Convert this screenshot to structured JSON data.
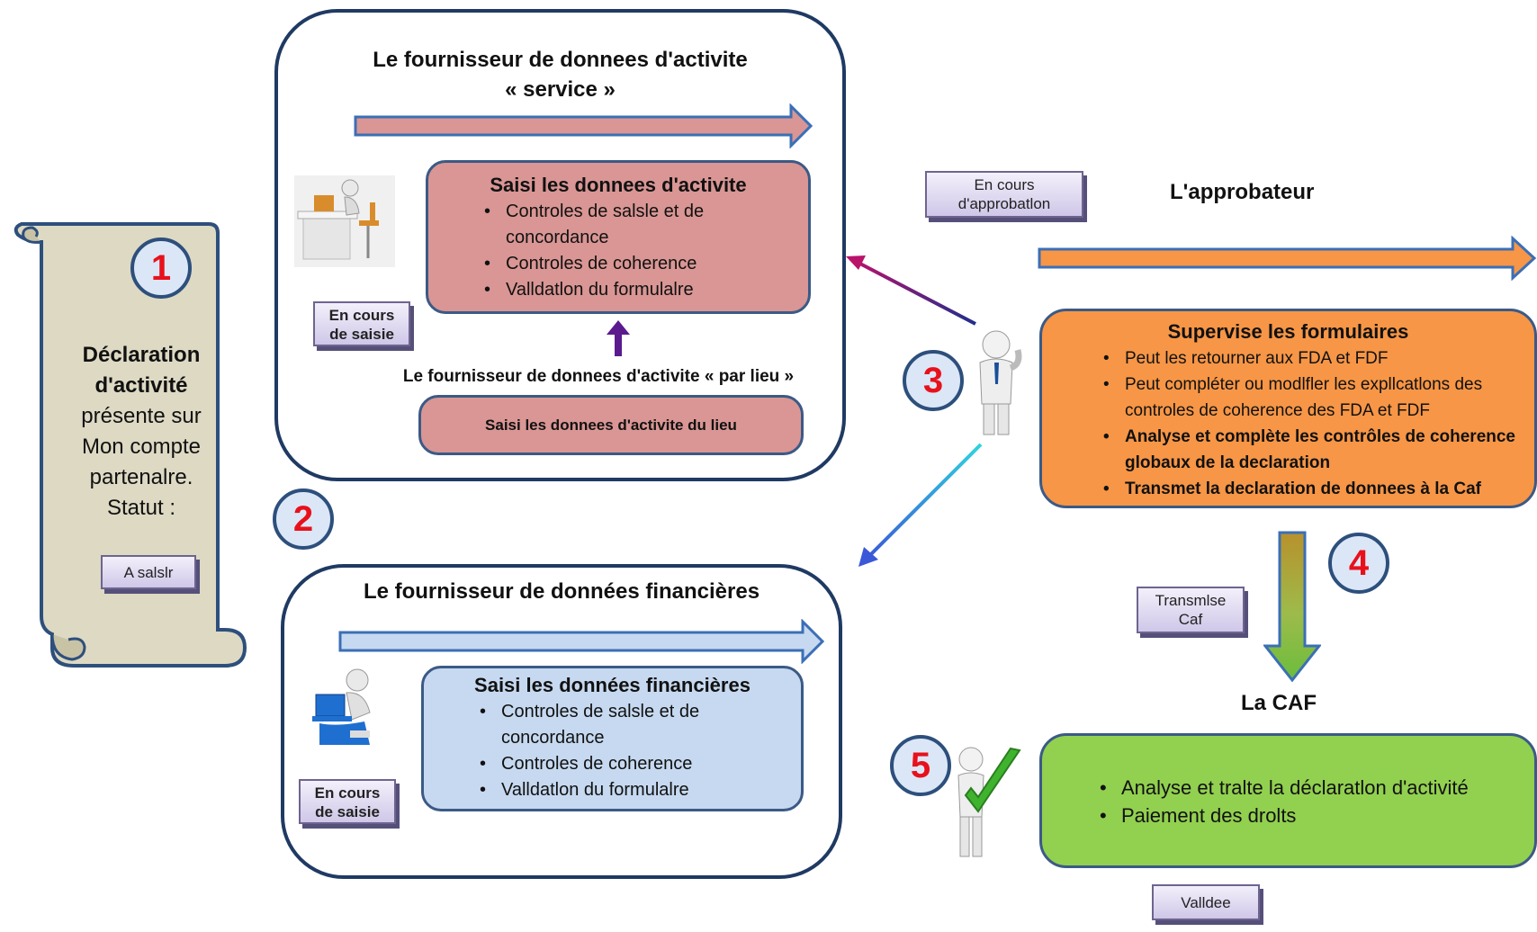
{
  "scroll": {
    "number": "1",
    "lines": [
      "Déclaration",
      "d'activité",
      "présente sur",
      "Mon compte",
      "partenalre.",
      "Statut :"
    ],
    "status_chip": "A salslr"
  },
  "fda_service": {
    "title_line1": "Le fournisseur de donnees d'activite",
    "title_line2": "« service »",
    "box_title": "Saisi les donnees d'activite",
    "bullets": [
      "Controles de salsle et de concordance",
      "Controles de coherence",
      "Valldatlon du formulalre"
    ],
    "status_chip_line1": "En cours",
    "status_chip_line2": "de saisie",
    "par_lieu_title": "Le fournisseur de donnees d'activite « par  lieu »",
    "par_lieu_box": "Saisi les donnees d'activite du lieu"
  },
  "step2": {
    "number": "2"
  },
  "fdf": {
    "title": "Le fournisseur de données financières",
    "box_title": "Saisi les données financières",
    "bullets": [
      "Controles  de  salsle et de concordance",
      "Controles  de  coherence",
      "Valldatlon  du  formulalre"
    ],
    "status_chip_line1": "En cours",
    "status_chip_line2": "de saisie"
  },
  "approbateur": {
    "number": "3",
    "title": "L'approbateur",
    "status_chip_line1": "En cours",
    "status_chip_line2": "d'approbatlon",
    "box_title": "Supervise les formulaires",
    "bullets": [
      "Peut les retourner aux FDA et FDF",
      "Peut compléter ou modlfler les  expllcatlons des controles  de coherence des FDA et FDF",
      "Analyse et complète les contrôles de coherence globaux de la declaration",
      "Transmet la declaration de donnees à la Caf"
    ]
  },
  "step4": {
    "number": "4",
    "status_chip_line1": "Transmlse",
    "status_chip_line2": "Caf"
  },
  "caf": {
    "number": "5",
    "title": "La CAF",
    "bullets": [
      "Analyse et tralte  la déclaratlon d'activité",
      "Paiement des drolts"
    ],
    "status_chip": "Valldee"
  },
  "colors": {
    "panel_border": "#1f3a63",
    "pink": "#d99694",
    "light_blue": "#c6d9f0",
    "orange": "#f79646",
    "green": "#92d050",
    "scroll": "#ddd9c3",
    "number_red": "#e8111b"
  },
  "icons": [
    "person-at-desk-icon",
    "person-at-laptop-icon",
    "thinking-person-icon",
    "checkmark-person-icon"
  ]
}
